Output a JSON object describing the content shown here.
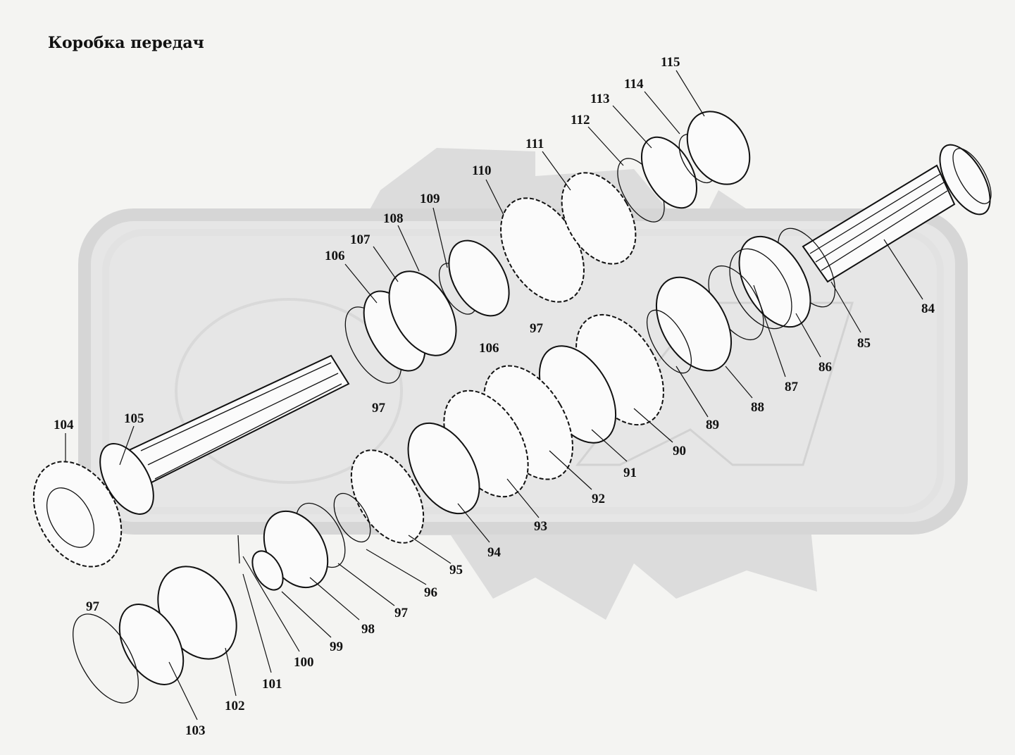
{
  "title": "Коробка передач",
  "callouts": [
    {
      "id": "c84",
      "text": "84"
    },
    {
      "id": "c85",
      "text": "85"
    },
    {
      "id": "c86",
      "text": "86"
    },
    {
      "id": "c87",
      "text": "87"
    },
    {
      "id": "c88",
      "text": "88"
    },
    {
      "id": "c89",
      "text": "89"
    },
    {
      "id": "c90",
      "text": "90"
    },
    {
      "id": "c91",
      "text": "91"
    },
    {
      "id": "c92",
      "text": "92"
    },
    {
      "id": "c93",
      "text": "93"
    },
    {
      "id": "c94",
      "text": "94"
    },
    {
      "id": "c95",
      "text": "95"
    },
    {
      "id": "c96",
      "text": "96"
    },
    {
      "id": "c97a",
      "text": "97"
    },
    {
      "id": "c97b",
      "text": "97"
    },
    {
      "id": "c97c",
      "text": "97"
    },
    {
      "id": "c97d",
      "text": "97"
    },
    {
      "id": "c98",
      "text": "98"
    },
    {
      "id": "c99",
      "text": "99"
    },
    {
      "id": "c100",
      "text": "100"
    },
    {
      "id": "c101",
      "text": "101"
    },
    {
      "id": "c102",
      "text": "102"
    },
    {
      "id": "c103",
      "text": "103"
    },
    {
      "id": "c104",
      "text": "104"
    },
    {
      "id": "c105",
      "text": "105"
    },
    {
      "id": "c106a",
      "text": "106"
    },
    {
      "id": "c106b",
      "text": "106"
    },
    {
      "id": "c107",
      "text": "107"
    },
    {
      "id": "c108",
      "text": "108"
    },
    {
      "id": "c109",
      "text": "109"
    },
    {
      "id": "c110",
      "text": "110"
    },
    {
      "id": "c111",
      "text": "111"
    },
    {
      "id": "c112",
      "text": "112"
    },
    {
      "id": "c113",
      "text": "113"
    },
    {
      "id": "c114",
      "text": "114"
    },
    {
      "id": "c115",
      "text": "115"
    }
  ]
}
